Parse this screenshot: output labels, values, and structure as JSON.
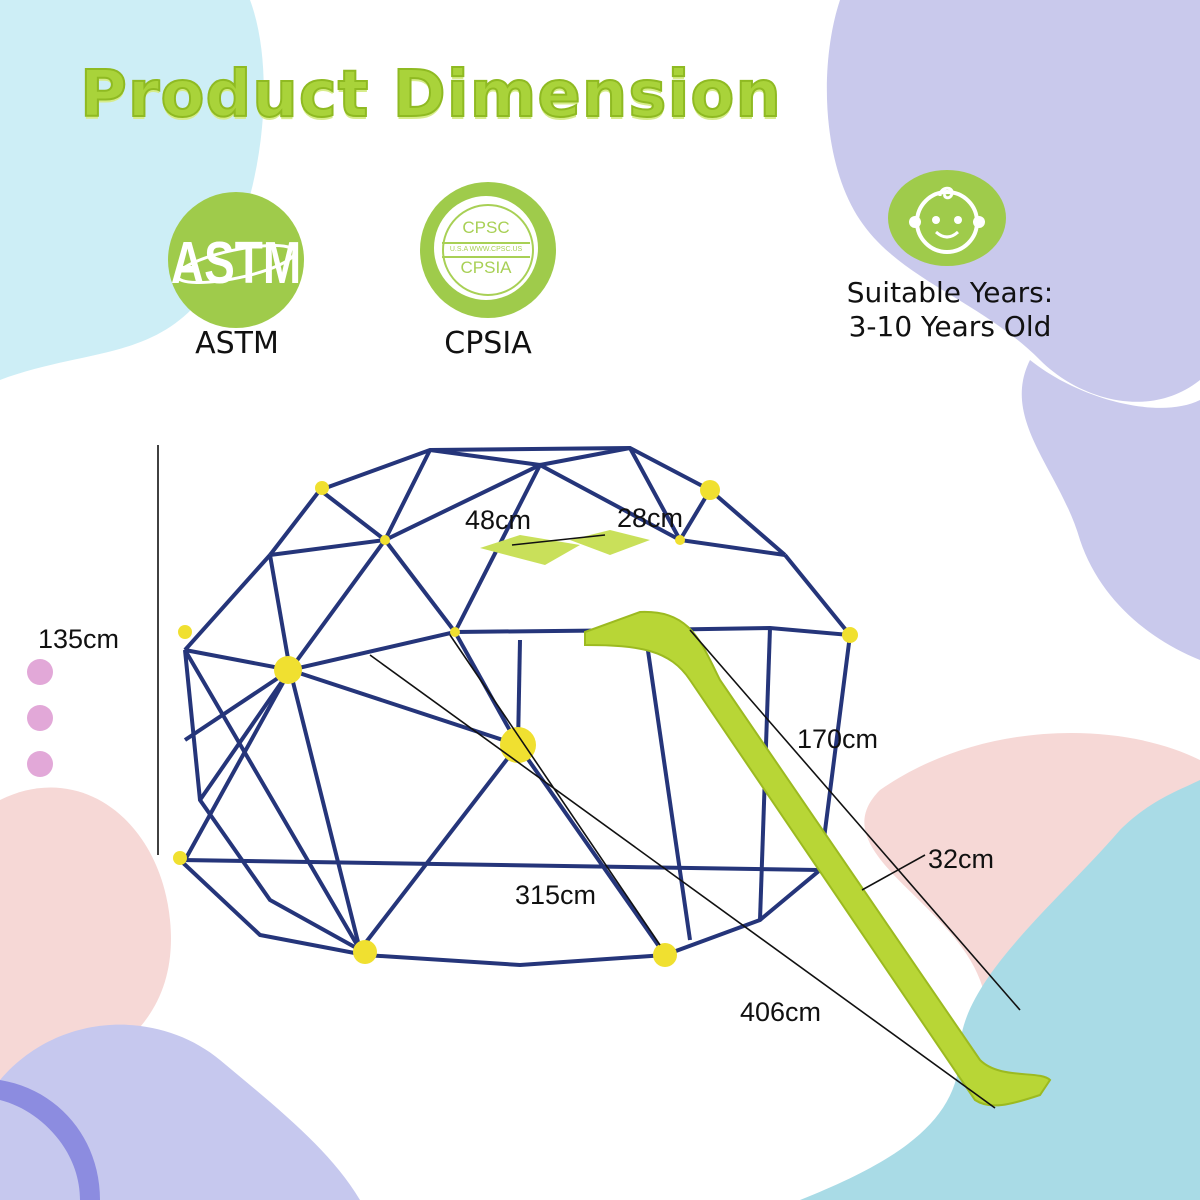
{
  "title": "Product Dimension",
  "badges": [
    {
      "name": "ASTM",
      "logo_text": "ASTM",
      "label": "ASTM"
    },
    {
      "name": "CPSIA",
      "logo_top": "CPSC",
      "logo_band": "U.S.A  WWW.CPSC.US",
      "logo_bottom": "CPSIA",
      "label": "CPSIA"
    }
  ],
  "age": {
    "icon": "baby-face-icon",
    "line1": "Suitable Years:",
    "line2": "3-10 Years Old"
  },
  "dimensions": {
    "height": "135cm",
    "platform_length": "48cm",
    "platform_width": "28cm",
    "slide_length": "170cm",
    "slide_width": "32cm",
    "dome_diameter": "315cm",
    "total_length": "406cm"
  },
  "colors": {
    "title": "#a9d33a",
    "badge": "#9fcb4b",
    "frame": "#25357a",
    "joint": "#f0e030",
    "slide": "#b8d636"
  }
}
